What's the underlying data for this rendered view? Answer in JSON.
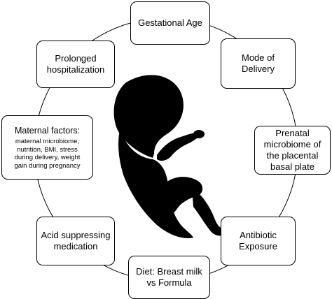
{
  "diagram": {
    "center_figure": "fetus-silhouette",
    "nodes": [
      {
        "id": "top",
        "label": "Gestational Age"
      },
      {
        "id": "upper-right",
        "label": "Mode of\nDelivery"
      },
      {
        "id": "right",
        "label": "Prenatal\nmicrobiome of\nthe placental\nbasal plate"
      },
      {
        "id": "lower-right",
        "label": "Antibiotic\nExposure"
      },
      {
        "id": "bottom",
        "label": "Diet: Breast milk\nvs Formula"
      },
      {
        "id": "lower-left",
        "label": "Acid suppressing\nmedication"
      },
      {
        "id": "left",
        "label": "Maternal factors:",
        "detail": "maternal microbiome,\nnutrition, BMI, stress\nduring delivery, weight\ngain during pregnancy"
      },
      {
        "id": "upper-left",
        "label": "Prolonged\nhospitalization"
      }
    ]
  },
  "colors": {
    "stroke": "#000000",
    "fill": "#000000",
    "box_bg": "#ffffff"
  }
}
